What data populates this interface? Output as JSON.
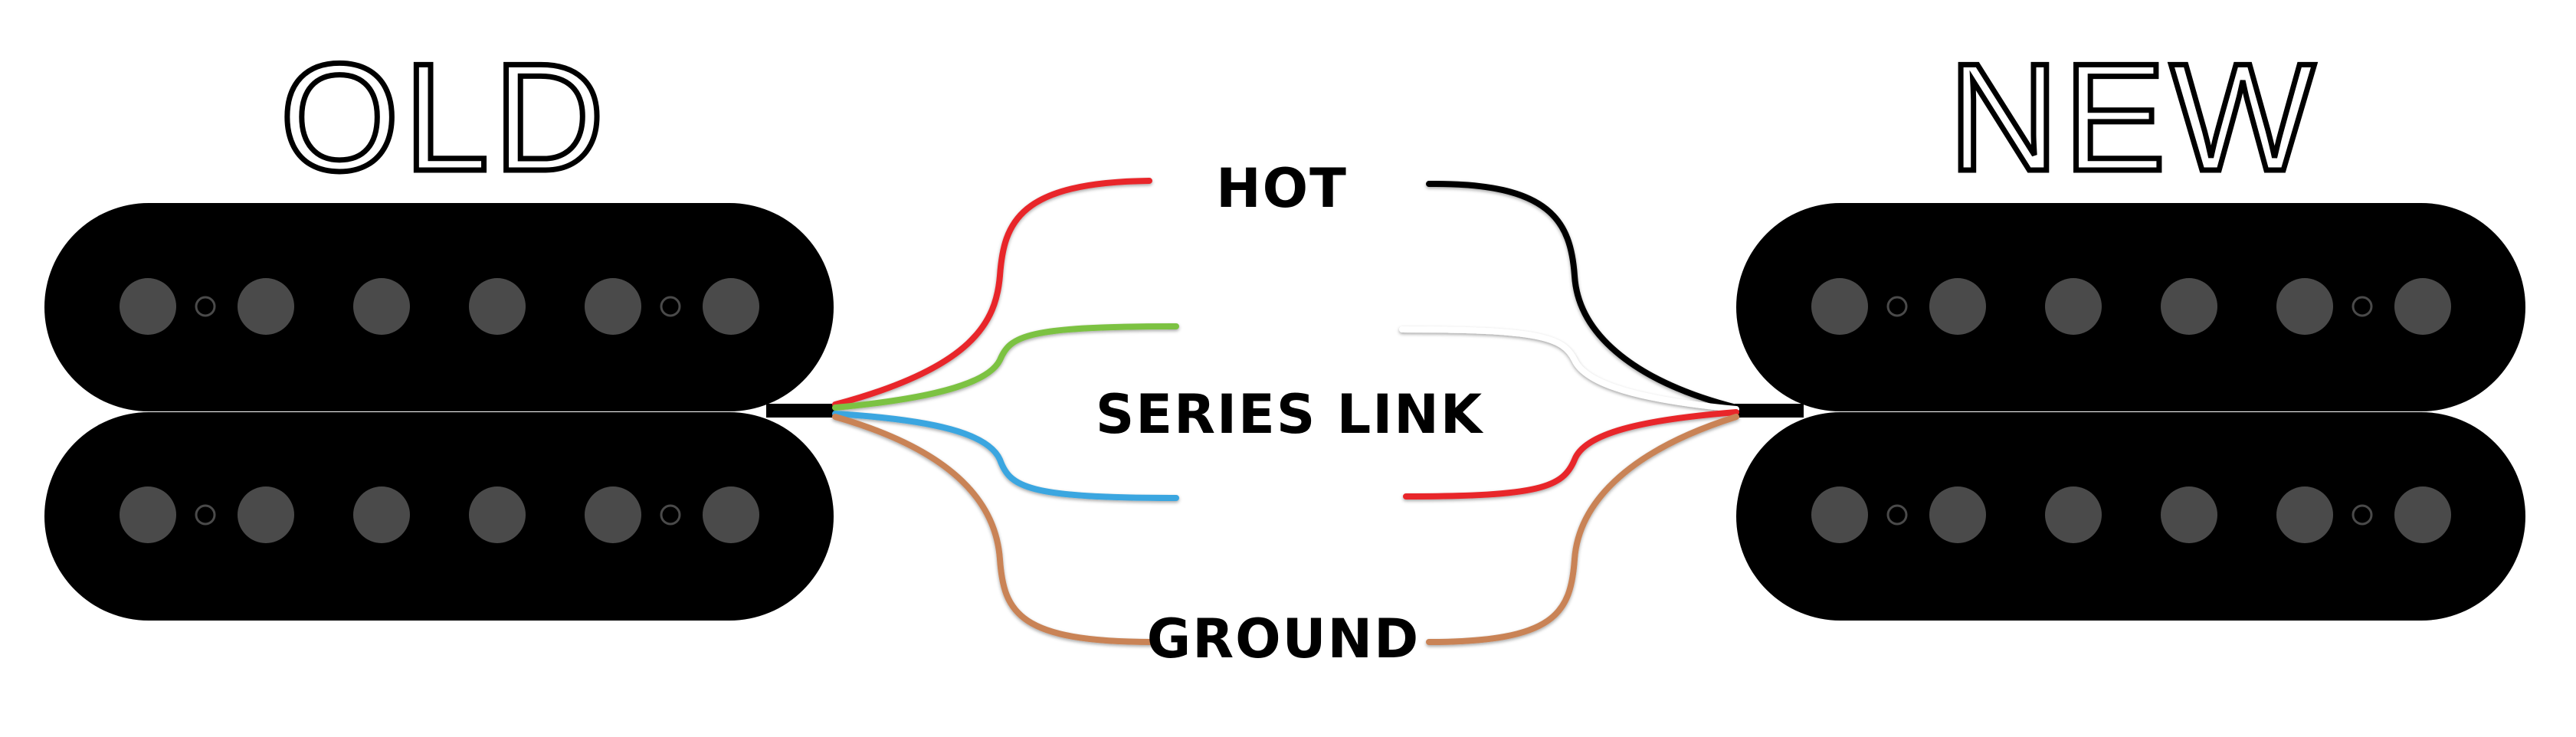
{
  "headings": {
    "old": "OLD",
    "new": "NEW"
  },
  "labels": {
    "hot": "HOT",
    "series_link": "SERIES LINK",
    "ground": "GROUND"
  },
  "colors": {
    "coil": "#000000",
    "pole": "#4a4a4a",
    "red": "#e8262b",
    "green": "#7cc242",
    "blue": "#3aa6e0",
    "brown": "#c98356",
    "black": "#000000",
    "white": "#ffffff"
  },
  "old_pickup": {
    "wires": [
      {
        "color": "red",
        "label": "hot"
      },
      {
        "color": "green",
        "label": "series_link"
      },
      {
        "color": "blue",
        "label": "series_link"
      },
      {
        "color": "brown",
        "label": "ground"
      }
    ]
  },
  "new_pickup": {
    "wires": [
      {
        "color": "black",
        "label": "hot"
      },
      {
        "color": "white",
        "label": "series_link"
      },
      {
        "color": "red",
        "label": "series_link"
      },
      {
        "color": "brown",
        "label": "ground"
      }
    ]
  }
}
